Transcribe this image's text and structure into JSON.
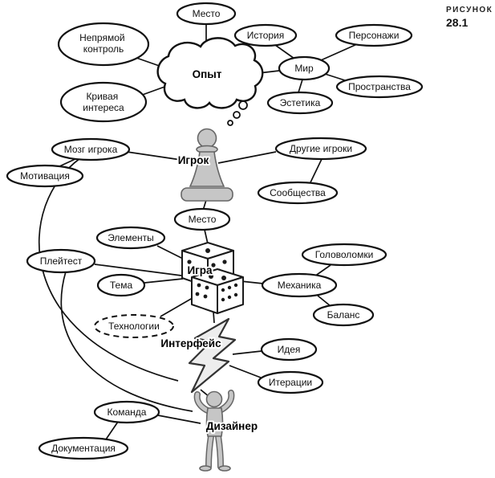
{
  "figure_label": {
    "kicker": "РИСУНОК",
    "number": "28.1"
  },
  "main_nodes": {
    "experience": "Опыт",
    "player": "Игрок",
    "game": "Игра",
    "interface": "Интерфейс",
    "designer": "Дизайнер"
  },
  "ellipses": {
    "place_top": "Место",
    "indirect_control": [
      "Непрямой",
      "контроль"
    ],
    "interest_curve": [
      "Кривая",
      "интереса"
    ],
    "story": "История",
    "characters": "Персонажи",
    "world": "Мир",
    "spaces": "Пространства",
    "aesthetics": "Эстетика",
    "player_brain": "Мозг игрока",
    "motivation": "Мотивация",
    "other_players": "Другие игроки",
    "communities": "Сообщества",
    "place_mid": "Место",
    "elements": "Элементы",
    "playtest": "Плейтест",
    "theme": "Тема",
    "puzzles": "Головоломки",
    "mechanics": "Механика",
    "balance": "Баланс",
    "technology": "Технологии",
    "idea": "Идея",
    "iterations": "Итерации",
    "team": "Команда",
    "documentation": "Документация"
  },
  "colors": {
    "ink": "#111111",
    "shape_fill": "#ffffff",
    "figure_gray": "#c6c6c6"
  }
}
